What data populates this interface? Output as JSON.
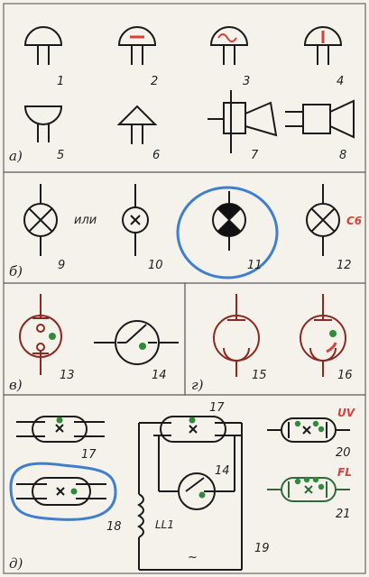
{
  "sections": {
    "a": {
      "label": "а)",
      "numbers": [
        "1",
        "2",
        "3",
        "4",
        "5",
        "6",
        "7",
        "8"
      ]
    },
    "b": {
      "label": "б)",
      "or_text": "или",
      "numbers": [
        "9",
        "10",
        "11",
        "12"
      ],
      "lamp_code": "С6"
    },
    "v": {
      "label": "в)",
      "numbers": [
        "13",
        "14"
      ]
    },
    "g": {
      "label": "г)",
      "numbers": [
        "15",
        "16"
      ]
    },
    "d": {
      "label": "д)",
      "numbers": [
        "17",
        "18",
        "17",
        "14",
        "19",
        "20",
        "21"
      ],
      "inductor_label": "LL1",
      "ac_symbol": "~",
      "uv_code": "UV",
      "fl_code": "FL"
    }
  },
  "colors": {
    "line": "#1a1a1a",
    "dark_red": "#8b2a22",
    "red_accent": "#d9403a",
    "green_dot": "#2e8b3a",
    "highlight_blue": "#3f7fd0",
    "border": "#666666"
  }
}
